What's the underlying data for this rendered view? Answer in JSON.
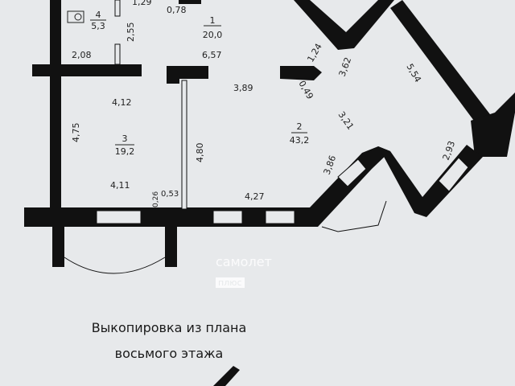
{
  "rooms": [
    {
      "number": "1",
      "area": "20,0"
    },
    {
      "number": "2",
      "area": "43,2"
    },
    {
      "number": "3",
      "area": "19,2"
    },
    {
      "number": "4",
      "area": "5,3"
    }
  ],
  "dimensions": {
    "d129": "1,29",
    "d078": "0,78",
    "d255": "2,55",
    "d208": "2,08",
    "d657": "6,57",
    "d124": "1,24",
    "d362": "3,62",
    "d554": "5,54",
    "d389": "3,89",
    "d049": "0,49",
    "d412": "4,12",
    "d475": "4,75",
    "d480": "4,80",
    "d321": "3,21",
    "d293": "2,93",
    "d386": "3,86",
    "d411": "4,11",
    "d026": "0,26",
    "d053": "0,53",
    "d427": "4,27"
  },
  "caption": {
    "line1": "Выкопировка из плана",
    "line2": "восьмого этажа"
  },
  "watermark": {
    "brand": "самолет",
    "sub": "плюс"
  },
  "colors": {
    "background": "#e7e9eb",
    "wall": "#111111"
  }
}
